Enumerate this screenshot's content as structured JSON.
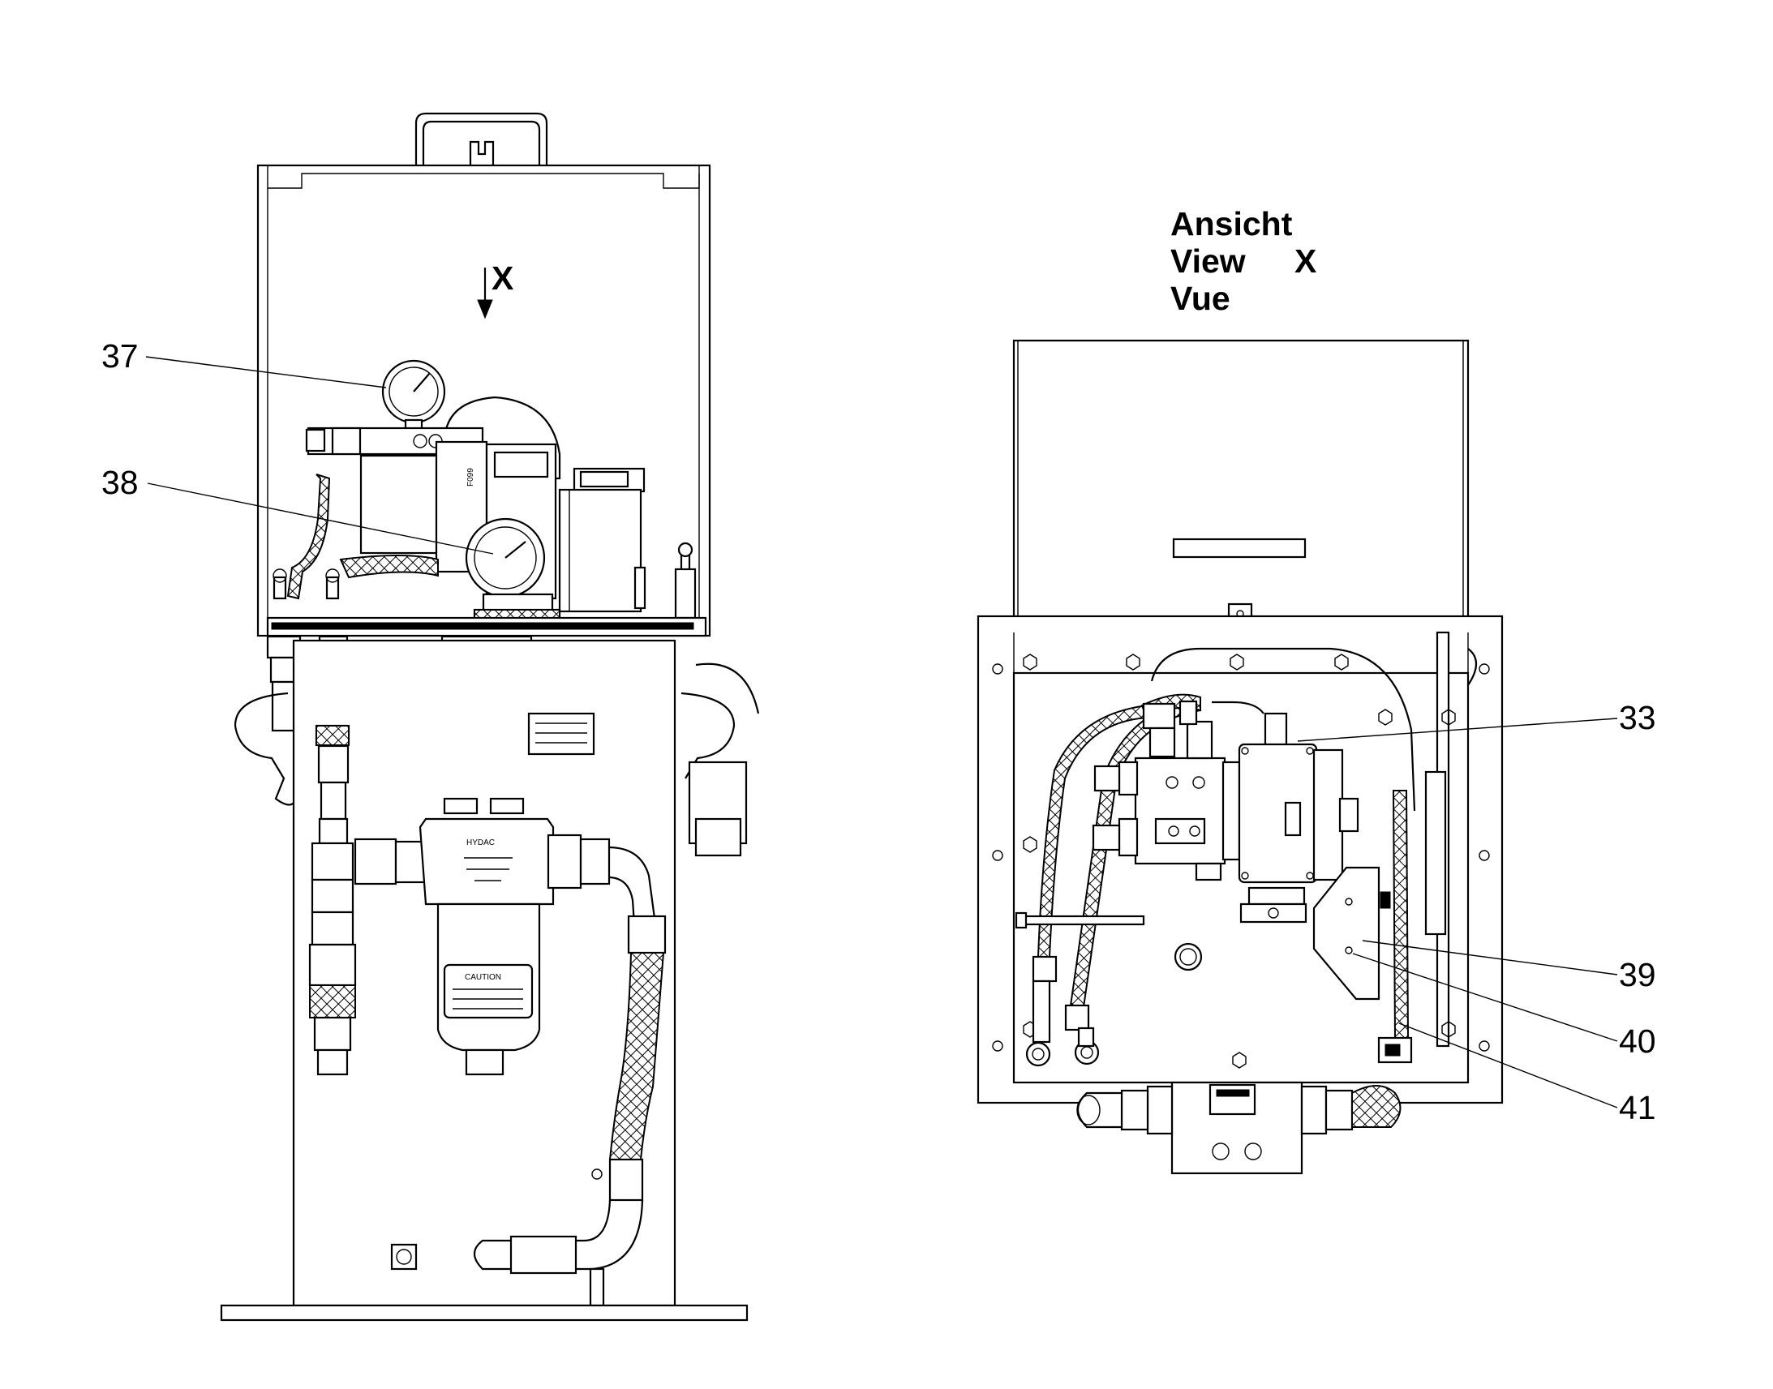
{
  "view_heading": {
    "line1": "Ansicht",
    "line2": "View",
    "line3": "Vue",
    "marker": "X"
  },
  "arrow_marker": "X",
  "callouts": [
    "37",
    "38",
    "33",
    "39",
    "40",
    "41"
  ],
  "component_text": {
    "filter_brand": "HYDAC",
    "caution_label": "CAUTION",
    "valve_tag": "F099"
  }
}
